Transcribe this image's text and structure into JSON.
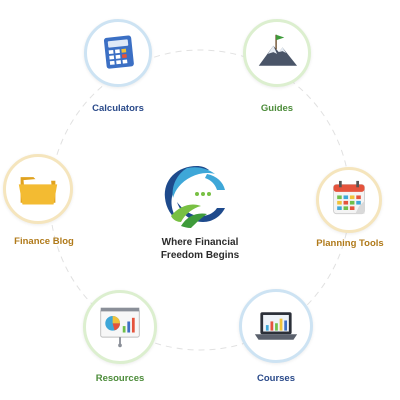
{
  "hub": {
    "logo": "leaf-swoosh-logo-icon",
    "caption_line1": "Where Financial",
    "caption_line2": "Freedom Begins"
  },
  "nodes": [
    {
      "id": "calculators",
      "label": "Calculators",
      "icon": "calculator-icon",
      "color": "#2a4a8a",
      "ring_color": "#cde3f3"
    },
    {
      "id": "guides",
      "label": "Guides",
      "icon": "mountain-flag-icon",
      "color": "#4c8c3a",
      "ring_color": "#dcefcf"
    },
    {
      "id": "planning-tools",
      "label": "Planning Tools",
      "icon": "calendar-icon",
      "color": "#b07a1a",
      "ring_color": "#f5e5bd"
    },
    {
      "id": "courses",
      "label": "Courses",
      "icon": "laptop-chart-icon",
      "color": "#2a4a8a",
      "ring_color": "#cde3f3"
    },
    {
      "id": "resources",
      "label": "Resources",
      "icon": "presentation-board-icon",
      "color": "#4c8c3a",
      "ring_color": "#dcefcf"
    },
    {
      "id": "finance-blog",
      "label": "Finance Blog",
      "icon": "folder-icon",
      "color": "#b07a1a",
      "ring_color": "#f5e5bd"
    }
  ]
}
